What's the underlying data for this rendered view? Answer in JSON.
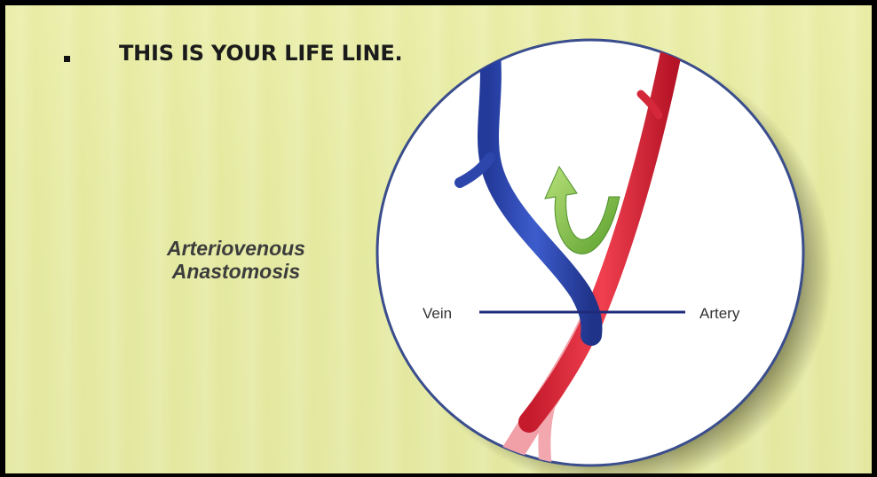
{
  "slide": {
    "bullet_text": "THIS IS YOUR LIFE LINE.",
    "caption_line1": "Arteriovenous",
    "caption_line2": "Anastomosis"
  },
  "diagram": {
    "vein_label": "Vein",
    "artery_label": "Artery",
    "colors": {
      "vein": "#2a43a8",
      "artery": "#e3283c",
      "arrow": "#8cc63f",
      "background": "#e6eba4"
    }
  }
}
